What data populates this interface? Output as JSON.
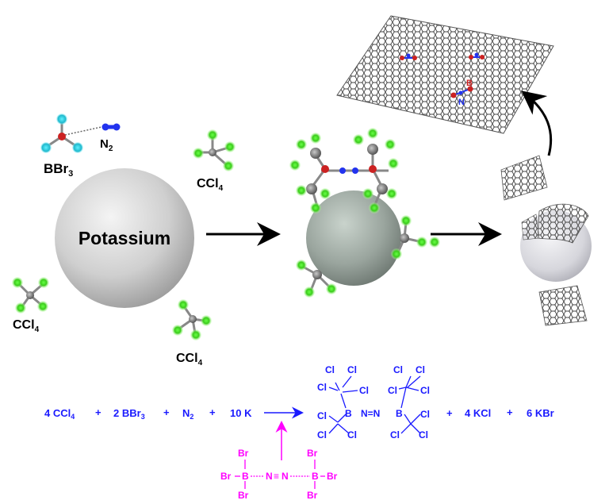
{
  "labels": {
    "bbr3": "BBr",
    "bbr3_sub": "3",
    "n2": "N",
    "n2_sub": "2",
    "potassium": "Potassium",
    "ccl4_a": "CCl",
    "ccl4_sub": "4"
  },
  "equation": {
    "t1": "4 CCl",
    "t1_sub": "4",
    "plus": "+",
    "t2": "2 BBr",
    "t2_sub": "3",
    "t3": "N",
    "t3_sub": "2",
    "t4": "10 K",
    "t5": "4 KCl",
    "t6": "6 KBr"
  },
  "product": {
    "cl": "Cl",
    "b": "B",
    "nn": "N=N"
  },
  "adduct": {
    "br": "Br",
    "b": "B",
    "n": "N",
    "n_triple": "≡"
  },
  "sheet": {
    "b": "B",
    "n": "N"
  },
  "colors": {
    "blue": "#1a1aff",
    "magenta": "#ff00ff",
    "chlorine": "#44dd22",
    "boron": "#dd2222",
    "nitrogen": "#2233ee",
    "bromine": "#22ccdd",
    "carbon": "#808080"
  }
}
